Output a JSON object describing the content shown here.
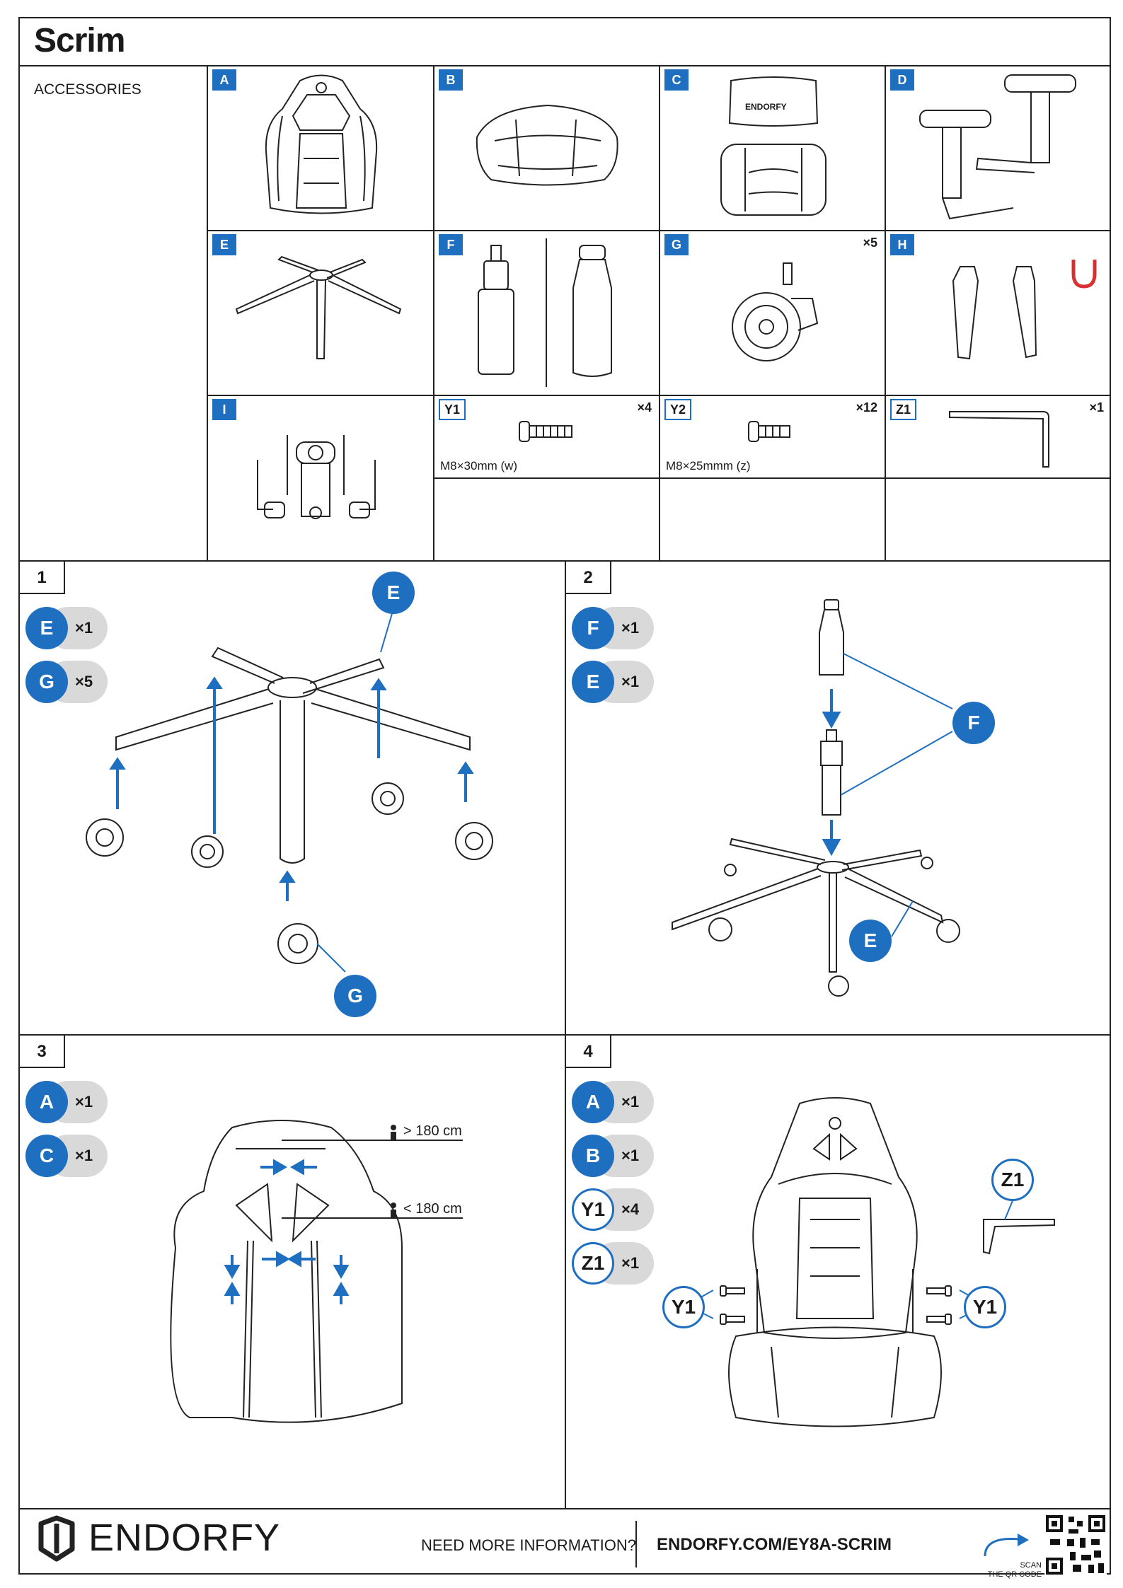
{
  "header": {
    "title": "Scrim",
    "section": "ACCESSORIES"
  },
  "accessories": {
    "A": {
      "label": "A"
    },
    "B": {
      "label": "B"
    },
    "C": {
      "label": "C",
      "pillow_brand": "ENDORFY"
    },
    "D": {
      "label": "D"
    },
    "E": {
      "label": "E"
    },
    "F": {
      "label": "F"
    },
    "G": {
      "label": "G",
      "qty": "×5"
    },
    "H": {
      "label": "H"
    },
    "I": {
      "label": "I"
    },
    "Y1": {
      "label": "Y1",
      "qty": "×4",
      "spec": "M8×30mm (w)"
    },
    "Y2": {
      "label": "Y2",
      "qty": "×12",
      "spec": "M8×25mmm (z)"
    },
    "Z1": {
      "label": "Z1",
      "qty": "×1"
    }
  },
  "steps": {
    "s1": {
      "num": "1",
      "parts": [
        {
          "id": "E",
          "qty": "×1"
        },
        {
          "id": "G",
          "qty": "×5"
        }
      ],
      "callouts": {
        "top": "E",
        "bottom": "G"
      }
    },
    "s2": {
      "num": "2",
      "parts": [
        {
          "id": "F",
          "qty": "×1"
        },
        {
          "id": "E",
          "qty": "×1"
        }
      ],
      "callouts": {
        "f": "F",
        "e": "E"
      }
    },
    "s3": {
      "num": "3",
      "parts": [
        {
          "id": "A",
          "qty": "×1"
        },
        {
          "id": "C",
          "qty": "×1"
        }
      ],
      "height_over": "> 180 cm",
      "height_under": "< 180 cm"
    },
    "s4": {
      "num": "4",
      "parts": [
        {
          "id": "A",
          "qty": "×1"
        },
        {
          "id": "B",
          "qty": "×1"
        },
        {
          "id": "Y1",
          "qty": "×4"
        },
        {
          "id": "Z1",
          "qty": "×1"
        }
      ],
      "callouts": {
        "z1": "Z1",
        "left": "Y1",
        "right": "Y1"
      }
    }
  },
  "footer": {
    "brand": "ENDORFY",
    "need_info": "NEED MORE INFORMATION?",
    "url": "ENDORFY.COM/EY8A-SCRIM",
    "scan_line1": "SCAN",
    "scan_line2": "THE QR CODE"
  },
  "colors": {
    "accent": "#1e6fbf",
    "pill_bg": "#d9d9d9",
    "magnet": "#d63031"
  },
  "icons": [
    "magnet-icon",
    "person-height-icon",
    "arrow-icon",
    "qr-code-icon",
    "brand-logo-icon"
  ]
}
